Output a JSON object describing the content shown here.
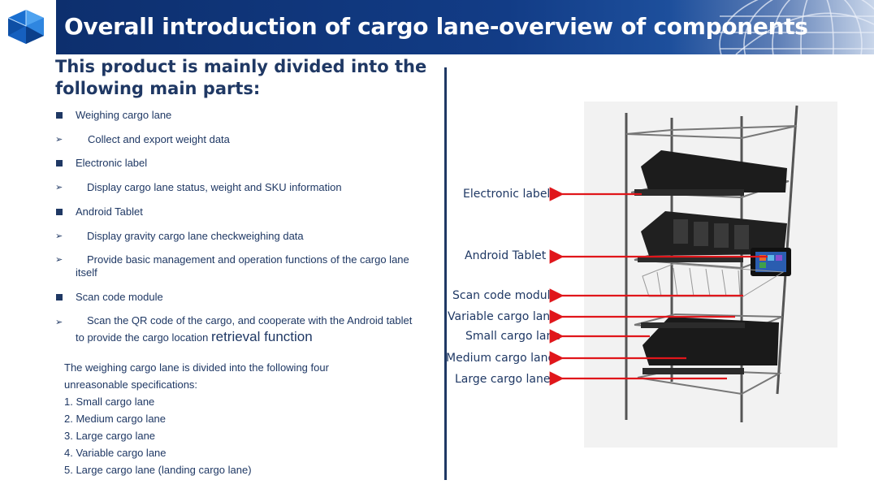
{
  "header": {
    "title": "Overall introduction of cargo lane-overview of components"
  },
  "intro": "This product is mainly divided into the following main parts:",
  "bullets": [
    {
      "kind": "square",
      "text": "Weighing cargo lane"
    },
    {
      "kind": "arrow",
      "text": "Collect and export weight data"
    },
    {
      "kind": "square",
      "text": "Electronic label"
    },
    {
      "kind": "arrow",
      "text": "Display cargo lane status, weight and SKU information"
    },
    {
      "kind": "square",
      "text": "Android Tablet"
    },
    {
      "kind": "arrow",
      "text": "Display gravity cargo lane checkweighing data"
    },
    {
      "kind": "arrow",
      "text": "Provide basic management and operation functions of the cargo lane itself"
    },
    {
      "kind": "square",
      "text": "Scan code module"
    },
    {
      "kind": "arrow",
      "text": "Scan the QR code of the cargo, and cooperate with the Android tablet to provide the cargo location",
      "text_large": "retrieval function"
    }
  ],
  "specs": {
    "intro": "The weighing cargo lane is divided into the following four unreasonable specifications:",
    "items": [
      "1. Small cargo lane",
      "2. Medium cargo lane",
      "3. Large cargo lane",
      "4. Variable cargo lane",
      "5. Large cargo lane (landing cargo lane)"
    ]
  },
  "callouts": [
    "Electronic label",
    "Android Tablet",
    "Scan code module",
    "Variable cargo lane",
    "Small cargo lane",
    "Medium cargo lane",
    "Large cargo lane"
  ],
  "colors": {
    "navy": "#1f3864",
    "arrow_red": "#e0161b",
    "header_blue": "#123c86"
  }
}
